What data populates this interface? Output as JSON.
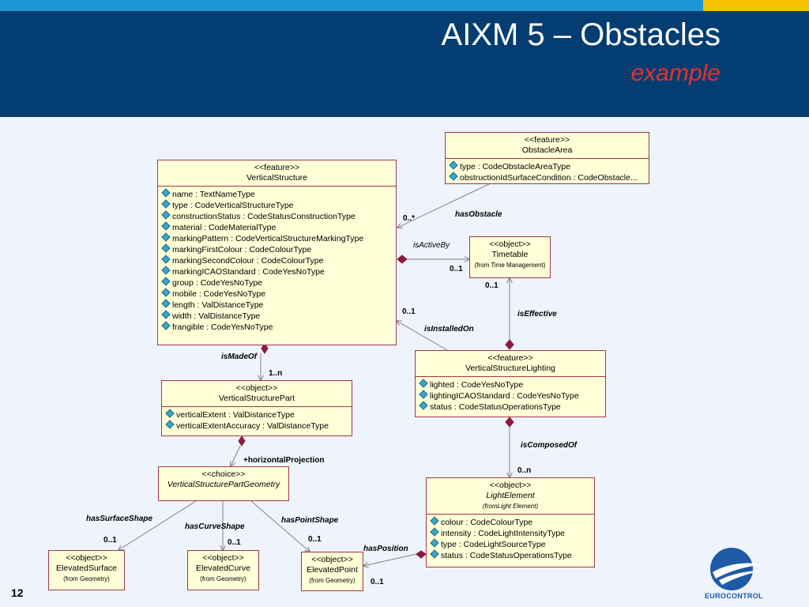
{
  "slide": {
    "title": "AIXM 5 – Obstacles",
    "subtitle": "example",
    "page_number": "12",
    "logo_text": "EUROCONTROL"
  },
  "colors": {
    "header_bg": "#043d72",
    "top_bar": "#1e96d6",
    "top_bar_accent": "#f6c400",
    "subtitle": "#e8302a",
    "box_fill": "#fffed6",
    "box_border": "#a0384f",
    "line": "#8a7b8e"
  },
  "classes": {
    "vertical_structure": {
      "stereotype": "<<feature>>",
      "name": "VerticalStructure",
      "attributes": [
        "name : TextNameType",
        "type : CodeVerticalStructureType",
        "constructionStatus : CodeStatusConstructionType",
        "material : CodeMaterialType",
        "markingPattern : CodeVerticalStructureMarkingType",
        "markingFirstColour : CodeColourType",
        "markingSecondColour : CodeColourType",
        "markingICAOStandard : CodeYesNoType",
        "group : CodeYesNoType",
        "mobile : CodeYesNoType",
        "length : ValDistanceType",
        "width : ValDistanceType",
        "frangible : CodeYesNoType"
      ]
    },
    "obstacle_area": {
      "stereotype": "<<feature>>",
      "name": "ObstacleArea",
      "attributes": [
        "type : CodeObstacleAreaType",
        "obstructionIdSurfaceCondition : CodeObstacle..."
      ]
    },
    "timetable": {
      "stereotype": "<<object>>",
      "name": "Timetable",
      "from": "(from Time Management)"
    },
    "vertical_structure_lighting": {
      "stereotype": "<<feature>>",
      "name": "VerticalStructureLighting",
      "attributes": [
        "lighted : CodeYesNoType",
        "lightingICAOStandard : CodeYesNoType",
        "status : CodeStatusOperationsType"
      ]
    },
    "vertical_structure_part": {
      "stereotype": "<<object>>",
      "name": "VerticalStructurePart",
      "attributes": [
        "verticalExtent : ValDistanceType",
        "verticalExtentAccuracy : ValDistanceType"
      ]
    },
    "part_geometry": {
      "stereotype": "<<choice>>",
      "name": "VerticalStructurePartGeometry"
    },
    "light_element": {
      "stereotype": "<<object>>",
      "name": "LightElement",
      "from": "(fromLight Element)",
      "attributes": [
        "colour : CodeColourType",
        "intensity : CodeLightIntensityType",
        "type : CodeLightSourceType",
        "status : CodeStatusOperationsType"
      ]
    },
    "elevated_surface": {
      "stereotype": "<<object>>",
      "name": "ElevatedSurface",
      "from": "(from Geometry)"
    },
    "elevated_curve": {
      "stereotype": "<<object>>",
      "name": "ElevatedCurve",
      "from": "(from Geometry)"
    },
    "elevated_point": {
      "stereotype": "<<object>>",
      "name": "ElevatedPoint",
      "from": "(from Geometry)"
    }
  },
  "associations": {
    "has_obstacle": {
      "label": "hasObstacle",
      "multiplicity": "0..*"
    },
    "is_active_by": {
      "label": "isActiveBy",
      "multiplicity": "0..1"
    },
    "is_effective": {
      "label": "isEffective",
      "multiplicity": "0..1"
    },
    "is_installed_on": {
      "label": "isInstalledOn",
      "multiplicity": "0..1"
    },
    "is_made_of": {
      "label": "isMadeOf",
      "multiplicity": "1..n"
    },
    "horizontal_projection": {
      "label": "+horizontalProjection"
    },
    "is_composed_of": {
      "label": "isComposedOf",
      "multiplicity": "0..n"
    },
    "has_surface_shape": {
      "label": "hasSurfaceShape",
      "multiplicity": "0..1"
    },
    "has_curve_shape": {
      "label": "hasCurveShape",
      "multiplicity": "0..1"
    },
    "has_point_shape": {
      "label": "hasPointShape",
      "multiplicity": "0..1"
    },
    "has_position": {
      "label": "hasPosition",
      "multiplicity": "0..1"
    }
  }
}
